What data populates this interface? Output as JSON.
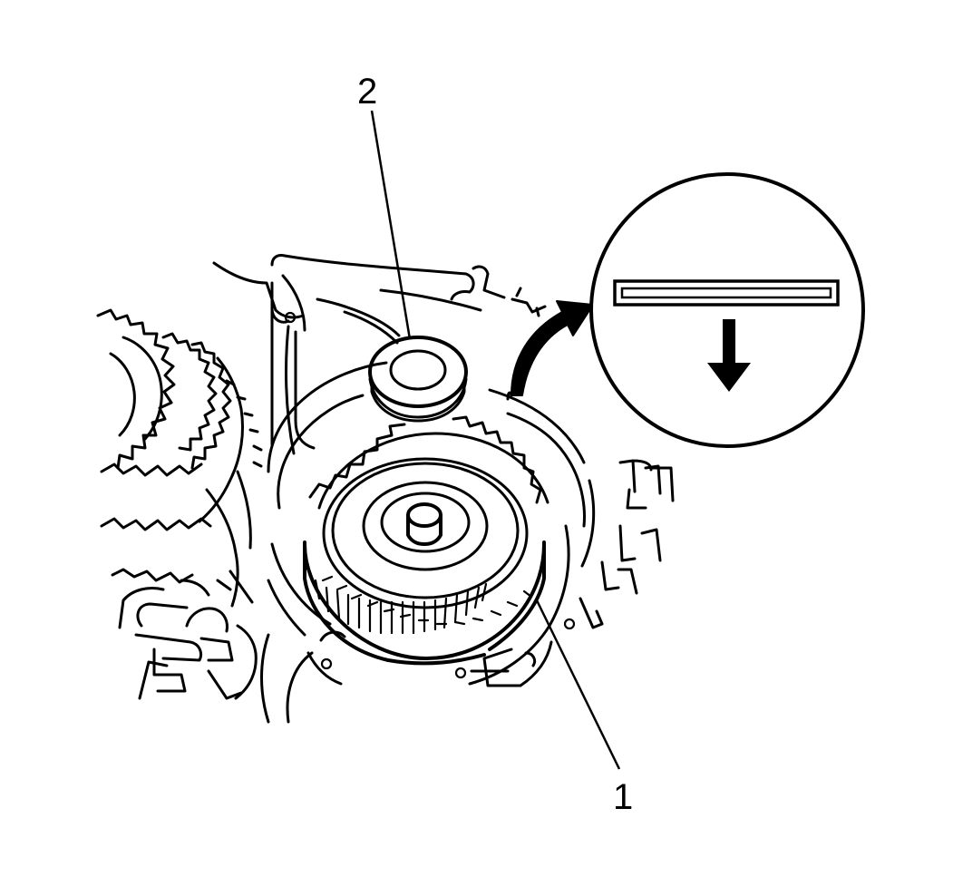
{
  "callouts": {
    "c1": "1",
    "c2": "2"
  },
  "colors": {
    "ink": "#000000",
    "background": "#ffffff"
  },
  "icons": {
    "detail": "magnified-detail-view",
    "direction": "down-arrow-icon",
    "pointer": "curved-arrow-icon"
  }
}
